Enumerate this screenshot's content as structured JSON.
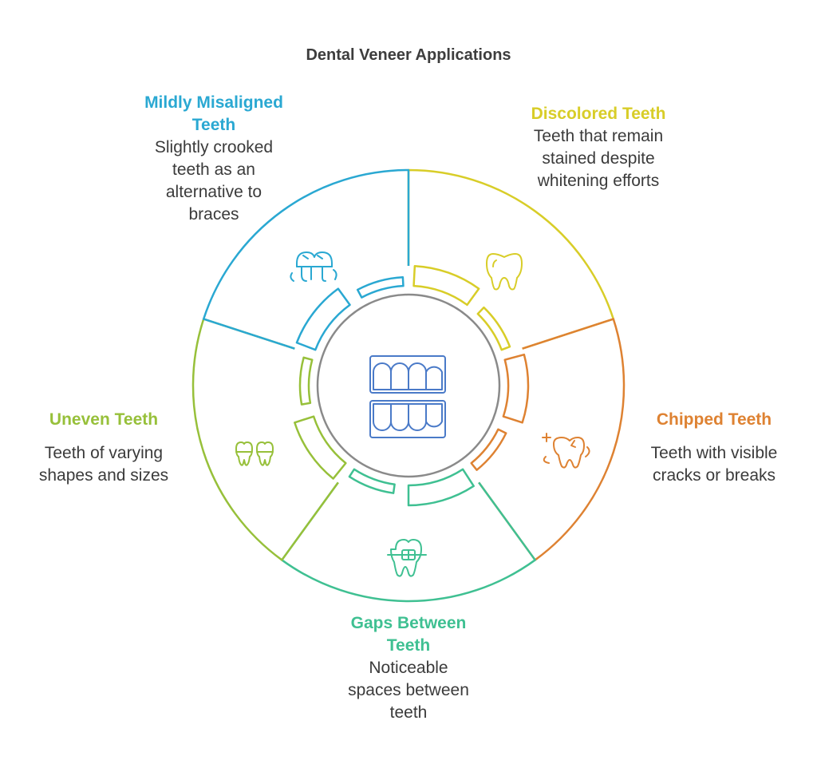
{
  "title": "Dental Veneer Applications",
  "colors": {
    "blue": "#2aa8d2",
    "yellow": "#d8cd28",
    "orange": "#de8232",
    "teal": "#3fc092",
    "green": "#97c03a",
    "center": "#8a8a8a",
    "center_icon": "#4a7ac8",
    "text": "#3b3b3b"
  },
  "segments": [
    {
      "key": "misaligned",
      "heading": [
        "Mildly Misaligned",
        "Teeth"
      ],
      "description": [
        "Slightly crooked",
        "teeth as an",
        "alternative to",
        "braces"
      ],
      "color": "#2aa8d2",
      "icon": "misaligned-tooth-icon"
    },
    {
      "key": "discolored",
      "heading": [
        "Discolored Teeth"
      ],
      "description": [
        "Teeth that remain",
        "stained despite",
        "whitening efforts"
      ],
      "color": "#d8cd28",
      "icon": "tooth-icon"
    },
    {
      "key": "chipped",
      "heading": [
        "Chipped Teeth"
      ],
      "description": [
        "Teeth with visible",
        "cracks or breaks"
      ],
      "color": "#de8232",
      "icon": "chipped-tooth-icon"
    },
    {
      "key": "gaps",
      "heading": [
        "Gaps Between",
        "Teeth"
      ],
      "description": [
        "Noticeable",
        "spaces between",
        "teeth"
      ],
      "color": "#3fc092",
      "icon": "braces-tooth-icon"
    },
    {
      "key": "uneven",
      "heading": [
        "Uneven Teeth"
      ],
      "description": [
        "Teeth of varying",
        "shapes and sizes"
      ],
      "color": "#97c03a",
      "icon": "uneven-teeth-icon"
    }
  ],
  "center_icon": "teeth-set-icon"
}
